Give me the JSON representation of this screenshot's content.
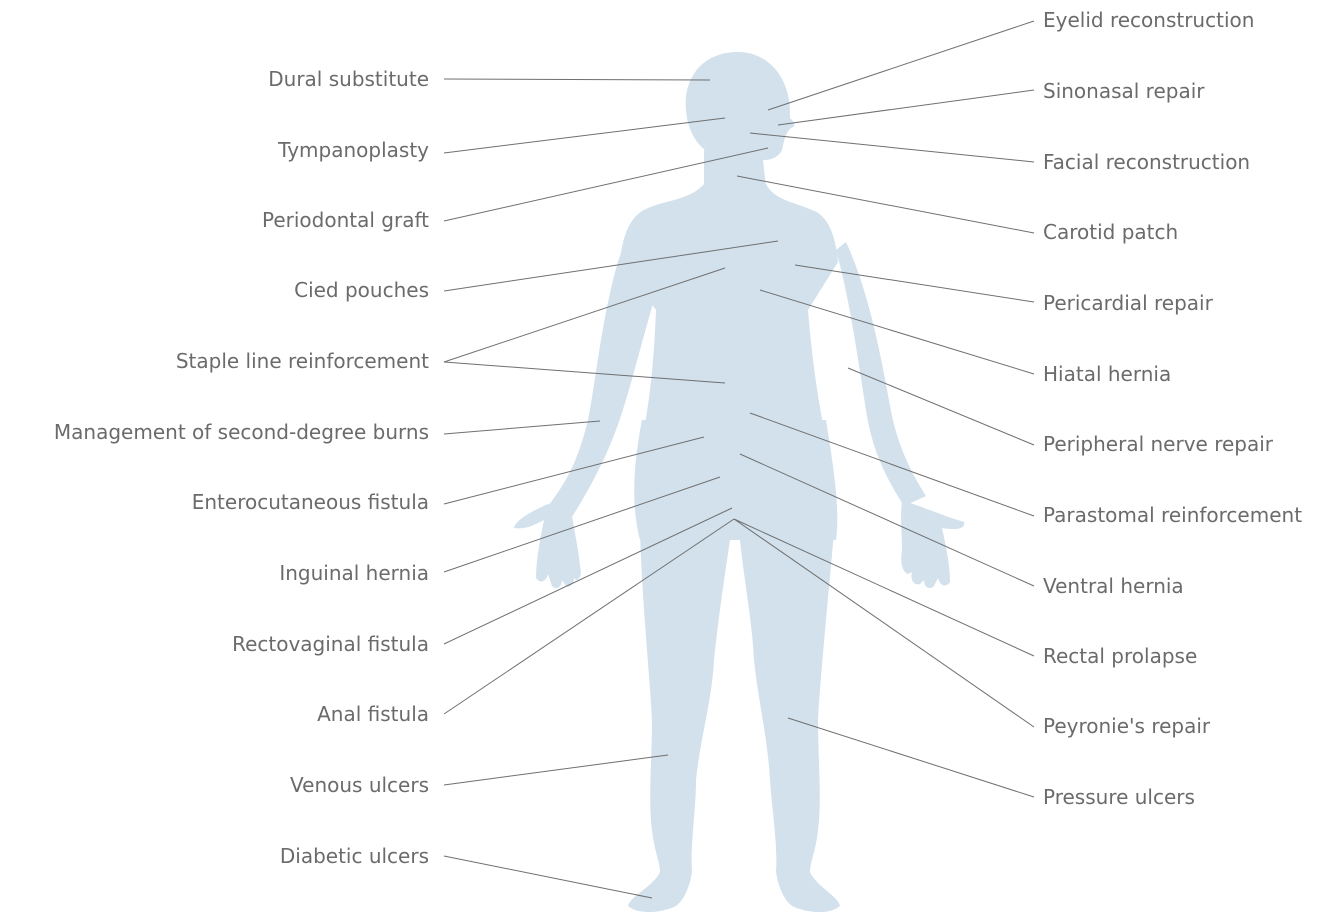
{
  "colors": {
    "body_fill": "#d2e1ec",
    "leader_line": "#6f6f6f",
    "label_text": "#6b6b6b"
  },
  "figure": {
    "icon": "human-body-silhouette"
  },
  "left_labels": [
    {
      "id": "dural-substitute",
      "text": "Dural substitute"
    },
    {
      "id": "tympanoplasty",
      "text": "Tympanoplasty"
    },
    {
      "id": "periodontal-graft",
      "text": "Periodontal graft"
    },
    {
      "id": "cied-pouches",
      "text": "Cied pouches"
    },
    {
      "id": "staple-line-reinforcement",
      "text": "Staple line reinforcement"
    },
    {
      "id": "management-of-second-degree-burns",
      "text": "Management of second-degree burns"
    },
    {
      "id": "enterocutaneous-fistula",
      "text": "Enterocutaneous fistula"
    },
    {
      "id": "inguinal-hernia",
      "text": "Inguinal hernia"
    },
    {
      "id": "rectovaginal-fistula",
      "text": "Rectovaginal fistula"
    },
    {
      "id": "anal-fistula",
      "text": "Anal fistula"
    },
    {
      "id": "venous-ulcers",
      "text": "Venous ulcers"
    },
    {
      "id": "diabetic-ulcers",
      "text": "Diabetic ulcers"
    }
  ],
  "right_labels": [
    {
      "id": "eyelid-reconstruction",
      "text": "Eyelid reconstruction"
    },
    {
      "id": "sinonasal-repair",
      "text": "Sinonasal repair"
    },
    {
      "id": "facial-reconstruction",
      "text": "Facial reconstruction"
    },
    {
      "id": "carotid-patch",
      "text": "Carotid patch"
    },
    {
      "id": "pericardial-repair",
      "text": "Pericardial repair"
    },
    {
      "id": "hiatal-hernia",
      "text": "Hiatal hernia"
    },
    {
      "id": "peripheral-nerve-repair",
      "text": "Peripheral nerve repair"
    },
    {
      "id": "parastomal-reinforcement",
      "text": "Parastomal reinforcement"
    },
    {
      "id": "ventral-hernia",
      "text": "Ventral hernia"
    },
    {
      "id": "rectal-prolapse",
      "text": "Rectal prolapse"
    },
    {
      "id": "peyronies-repair",
      "text": "Peyronie's repair"
    },
    {
      "id": "pressure-ulcers",
      "text": "Pressure ulcers"
    }
  ]
}
